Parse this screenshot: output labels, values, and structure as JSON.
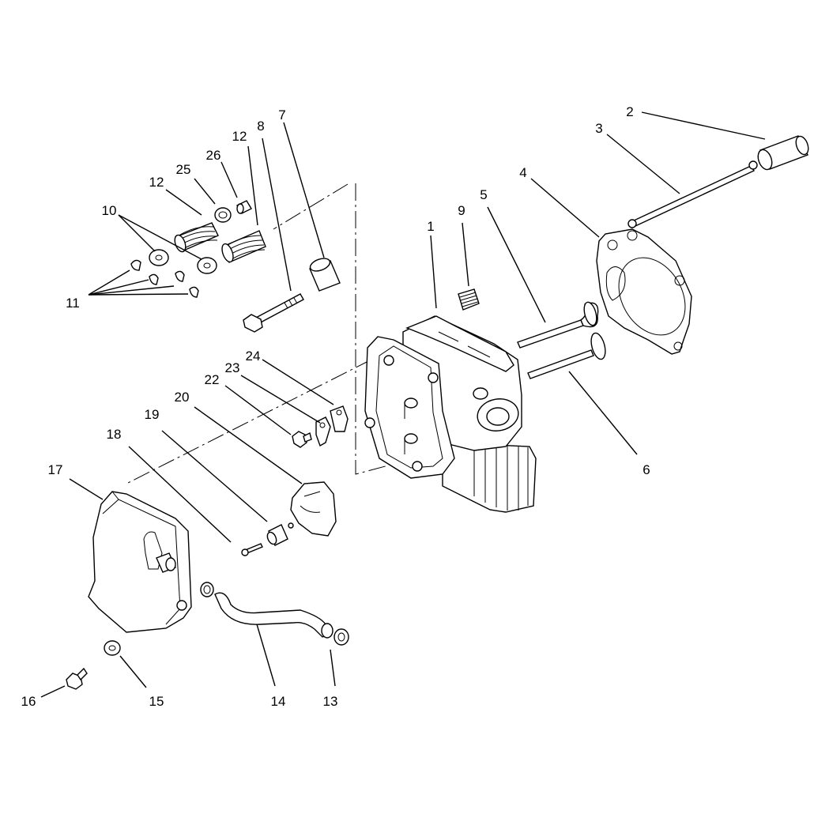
{
  "diagram": {
    "callouts": [
      {
        "id": "c1",
        "label": "1"
      },
      {
        "id": "c2",
        "label": "2"
      },
      {
        "id": "c3",
        "label": "3"
      },
      {
        "id": "c4",
        "label": "4"
      },
      {
        "id": "c5",
        "label": "5"
      },
      {
        "id": "c6",
        "label": "6"
      },
      {
        "id": "c7",
        "label": "7"
      },
      {
        "id": "c8",
        "label": "8"
      },
      {
        "id": "c9",
        "label": "9"
      },
      {
        "id": "c10",
        "label": "10"
      },
      {
        "id": "c11",
        "label": "11"
      },
      {
        "id": "c12a",
        "label": "12"
      },
      {
        "id": "c12b",
        "label": "12"
      },
      {
        "id": "c13",
        "label": "13"
      },
      {
        "id": "c14",
        "label": "14"
      },
      {
        "id": "c15",
        "label": "15"
      },
      {
        "id": "c16",
        "label": "16"
      },
      {
        "id": "c17",
        "label": "17"
      },
      {
        "id": "c18",
        "label": "18"
      },
      {
        "id": "c19",
        "label": "19"
      },
      {
        "id": "c20",
        "label": "20"
      },
      {
        "id": "c22",
        "label": "22"
      },
      {
        "id": "c23",
        "label": "23"
      },
      {
        "id": "c24",
        "label": "24"
      },
      {
        "id": "c25",
        "label": "25"
      },
      {
        "id": "c26",
        "label": "26"
      }
    ]
  }
}
